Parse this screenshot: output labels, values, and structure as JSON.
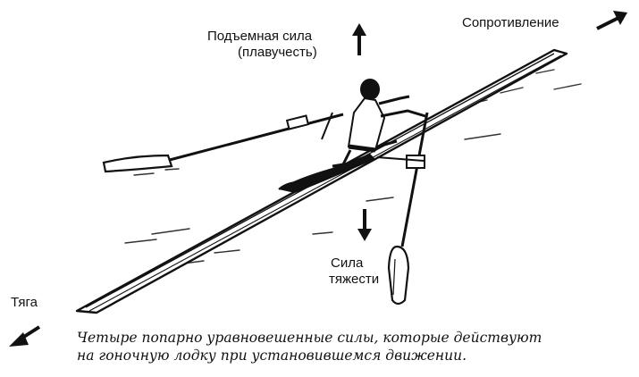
{
  "labels": {
    "lift_line1": "Подъемная сила",
    "lift_line2": "(плавучесть)",
    "resistance": "Сопротивление",
    "gravity_line1": "Сила",
    "gravity_line2": "тяжести",
    "thrust": "Тяга"
  },
  "caption": {
    "line1": "Четыре попарно уравновешенные силы, которые действуют",
    "line2": "на гоночную лодку при установившемся движении."
  },
  "colors": {
    "ink": "#111111",
    "background": "#ffffff"
  }
}
